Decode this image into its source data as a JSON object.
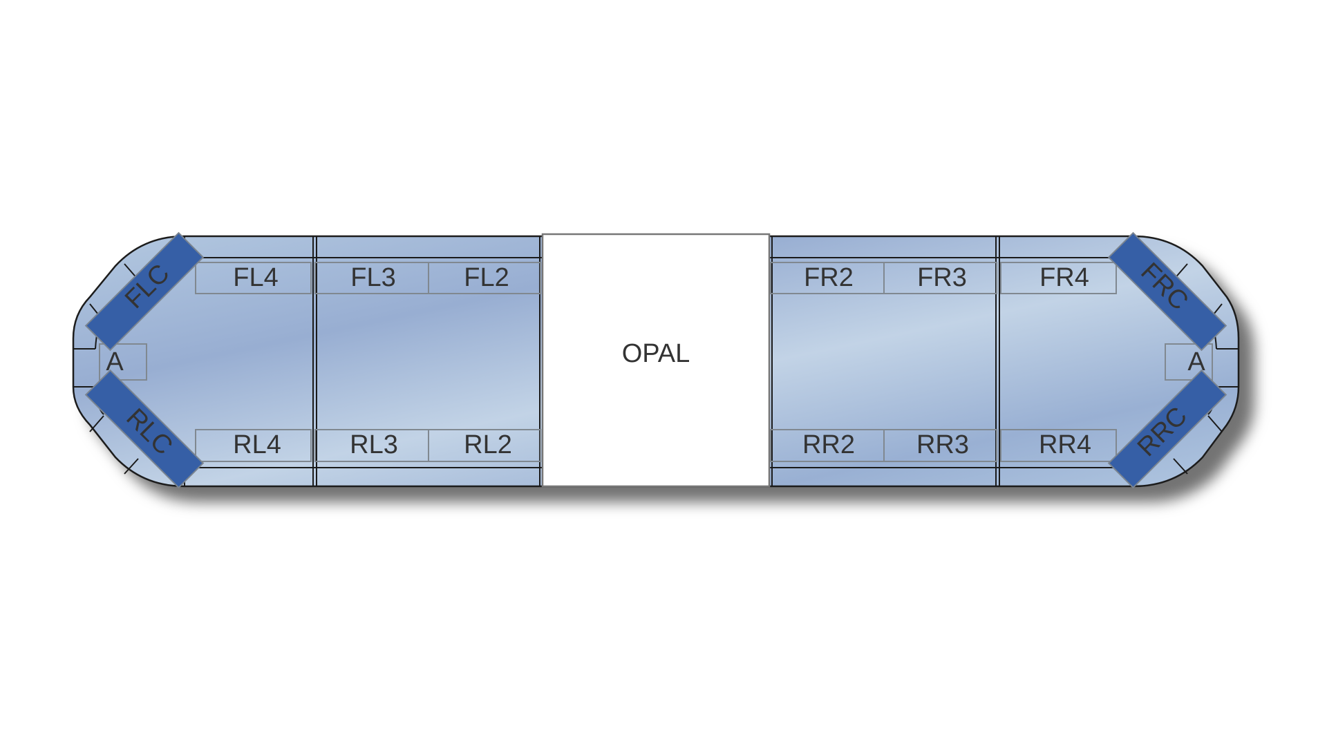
{
  "center_module": {
    "label": "OPAL"
  },
  "front_labels": {
    "fl4": "FL4",
    "fl3": "FL3",
    "fl2": "FL2",
    "fr2": "FR2",
    "fr3": "FR3",
    "fr4": "FR4"
  },
  "rear_labels": {
    "rl4": "RL4",
    "rl3": "RL3",
    "rl2": "RL2",
    "rr2": "RR2",
    "rr3": "RR3",
    "rr4": "RR4"
  },
  "corner_labels": {
    "flc": "FLC",
    "rlc": "RLC",
    "frc": "FRC",
    "rrc": "RRC"
  },
  "end_labels": {
    "left": "A",
    "right": "A"
  },
  "colors": {
    "lens_light": "#b3c8e0",
    "lens_dark": "#98aed2",
    "corner_module": "#365fa6",
    "center": "#ffffff"
  }
}
